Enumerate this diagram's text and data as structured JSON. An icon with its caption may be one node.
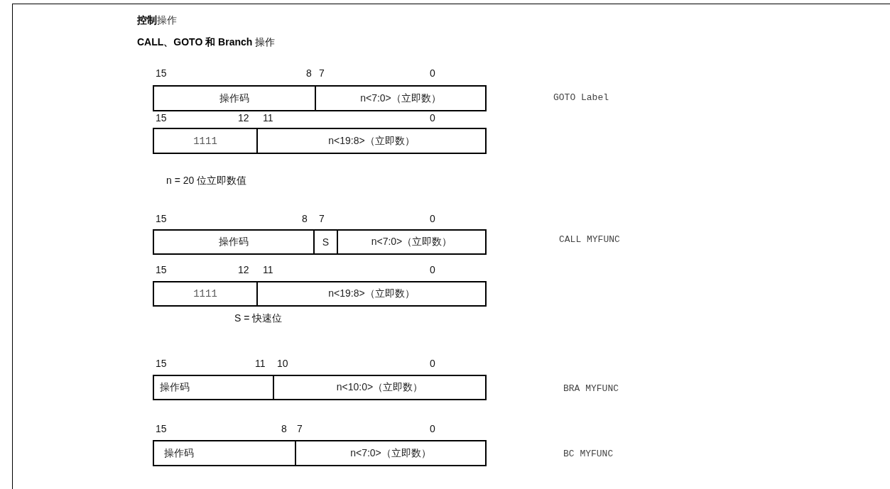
{
  "diagram": {
    "title": "**控制**操作",
    "nodes": [
      {
        "text": [
          "操作码"
        ]
      },
      {
        "text": [
          "n<7:0>（立即数）"
        ]
      },
      {
        "text": [
          "1111"
        ]
      },
      {
        "text": [
          "n<19:8>（立即数）"
        ]
      },
      {
        "text": [
          "操作码"
        ]
      },
      {
        "text": [
          "S"
        ]
      },
      {
        "text": [
          "n<7:0>（立即数）"
        ]
      },
      {
        "text": [
          "1111"
        ]
      },
      {
        "text": [
          "n<19:8>（立即数）"
        ]
      },
      {
        "text": [
          "操作码"
        ]
      },
      {
        "text": [
          "n<10:0>（立即数）"
        ]
      },
      {
        "text": [
          "操作码"
        ]
      },
      {
        "text": [
          "n<7:0>（立即数）"
        ]
      }
    ],
    "labels": [
      "**CALL、GOTO 和 Branch** 操作",
      "15",
      "8",
      "7",
      "0",
      "GOTO Label",
      "15",
      "12",
      "11",
      "0",
      "n = 20 位立即数值",
      "15",
      "8",
      "7",
      "0",
      "CALL MYFUNC",
      "15",
      "12",
      "11",
      "0",
      "S = 快速位",
      "15",
      "11",
      "10",
      "0",
      "BRA MYFUNC",
      "15",
      "8",
      "7",
      "0",
      "BC MYFUNC"
    ]
  }
}
